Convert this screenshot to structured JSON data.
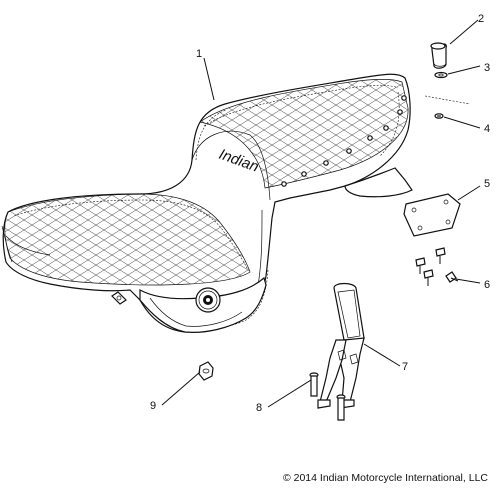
{
  "diagram": {
    "callouts": [
      {
        "id": "1",
        "label": "1"
      },
      {
        "id": "2",
        "label": "2"
      },
      {
        "id": "3",
        "label": "3"
      },
      {
        "id": "4",
        "label": "4"
      },
      {
        "id": "5",
        "label": "5"
      },
      {
        "id": "6",
        "label": "6"
      },
      {
        "id": "7",
        "label": "7"
      },
      {
        "id": "8",
        "label": "8"
      },
      {
        "id": "9",
        "label": "9"
      }
    ],
    "seat_logo_text": "Indian",
    "copyright": "© 2014 Indian Motorcycle International, LLC"
  },
  "colors": {
    "line": "#111111",
    "background": "#ffffff"
  }
}
